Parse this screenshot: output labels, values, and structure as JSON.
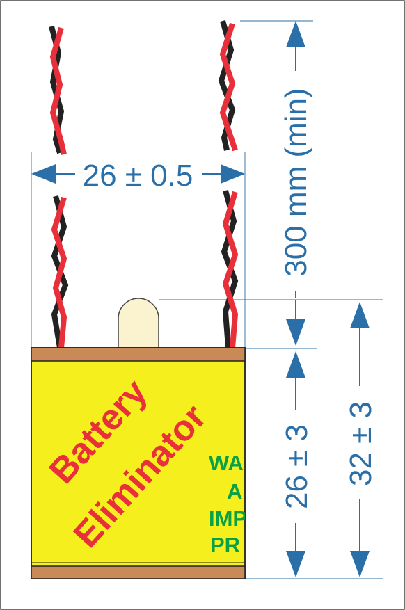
{
  "dimensions": {
    "width_label": "26 ± 0.5",
    "lead_length_label": "300 mm (min)",
    "body_height_label": "26 ± 3",
    "overall_height_label": "32 ± 3"
  },
  "battery": {
    "label_line1": "Battery",
    "label_line2": "Eliminator",
    "warning_lines": [
      "WA",
      "A",
      "IMP",
      "PR"
    ]
  },
  "colors": {
    "dimension": "#2a6fa8",
    "body_fill": "#f5ef1e",
    "band_fill": "#c98a58",
    "wire_red": "#e8303a",
    "wire_black": "#222222",
    "led_fill": "#fbf3cf",
    "label_red": "#e8303a",
    "label_green": "#0aa046"
  }
}
